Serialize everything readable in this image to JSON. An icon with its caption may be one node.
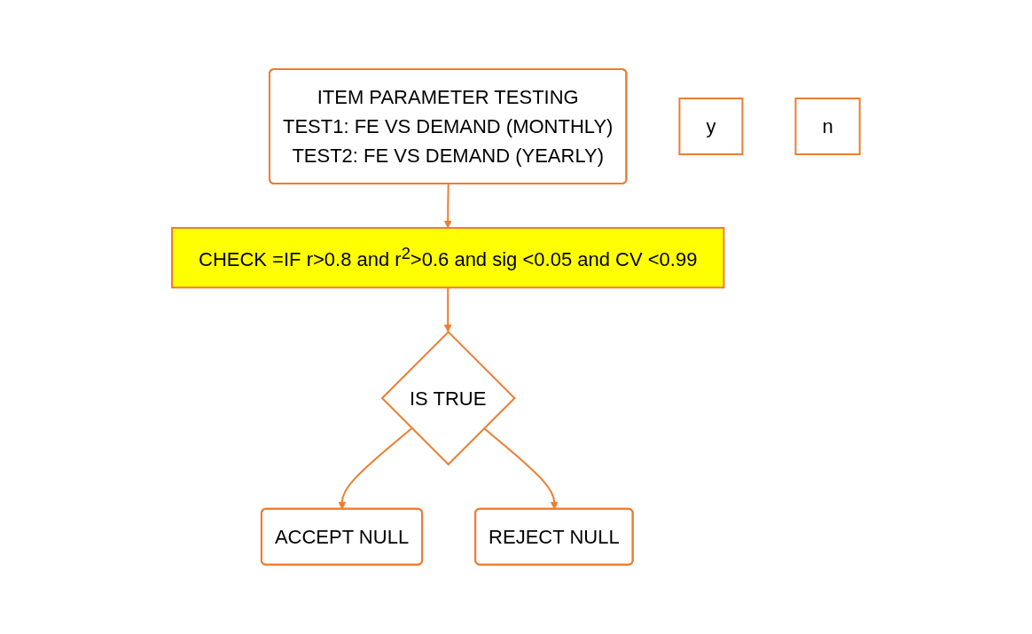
{
  "diagram": {
    "nodes": [
      {
        "text": [
          "ITEM PARAMETER TESTING",
          "TEST1: FE VS DEMAND (MONTHLY)",
          "TEST2: FE VS DEMAND (YEARLY)"
        ]
      },
      {
        "text": [
          "CHECK =IF r>0.8 and r$^{2}$>0.6 and sig <0.05 and CV <0.99"
        ]
      },
      {
        "text": [
          "IS TRUE"
        ]
      },
      {
        "text": [
          "y"
        ]
      },
      {
        "text": [
          "n"
        ]
      },
      {
        "text": [
          "ACCEPT NULL"
        ]
      },
      {
        "text": [
          "REJECT NULL"
        ]
      }
    ],
    "edges": [
      {
        "from": 0,
        "to": 1,
        "arrow": "to"
      },
      {
        "from": 1,
        "to": 2,
        "arrow": "to"
      },
      {
        "from": 2,
        "to": 5,
        "arrow": "to"
      },
      {
        "from": 2,
        "to": 6,
        "arrow": "to"
      }
    ]
  }
}
